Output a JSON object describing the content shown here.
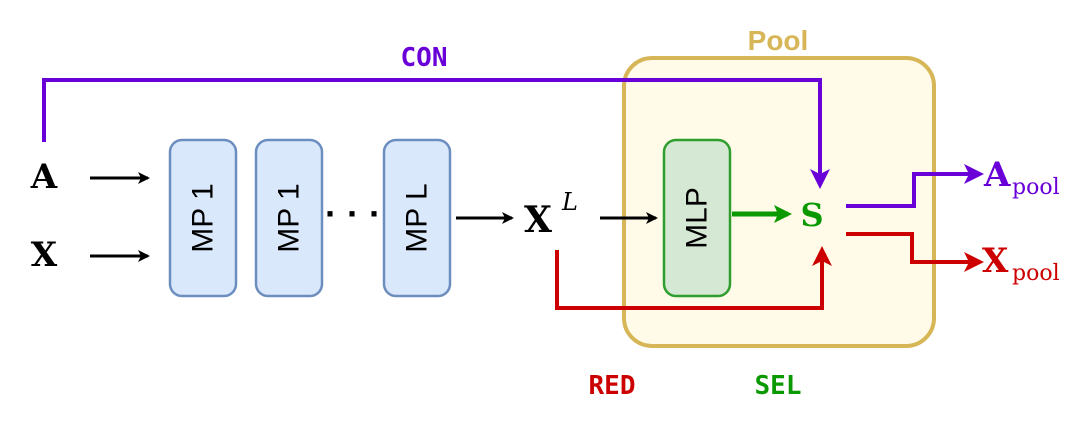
{
  "inputs": {
    "a_label": "A",
    "x_label": "X"
  },
  "blocks": {
    "mp1_a": "MP 1",
    "mp1_b": "MP 1",
    "ellipsis": "· · ·",
    "mpL": "MP L",
    "mlp": "MLP"
  },
  "features": {
    "xl_base": "X",
    "xl_sup": "L"
  },
  "pool": {
    "title": "Pool",
    "s_label": "S"
  },
  "outputs": {
    "a_base": "A",
    "a_sub": "pool",
    "x_base": "X",
    "x_sub": "pool"
  },
  "annotations": {
    "con": "CON",
    "red": "RED",
    "sel": "SEL"
  },
  "colors": {
    "purple": "#6a00d8",
    "red": "#cc0000",
    "green": "#0a9900",
    "pool_border": "#d6b656",
    "pool_fill": "#fffbe8",
    "mp_fill": "#dae8fc",
    "mp_border": "#6c8ebf",
    "mlp_fill": "#d5e8d4",
    "mlp_border": "#2f9e2f"
  }
}
